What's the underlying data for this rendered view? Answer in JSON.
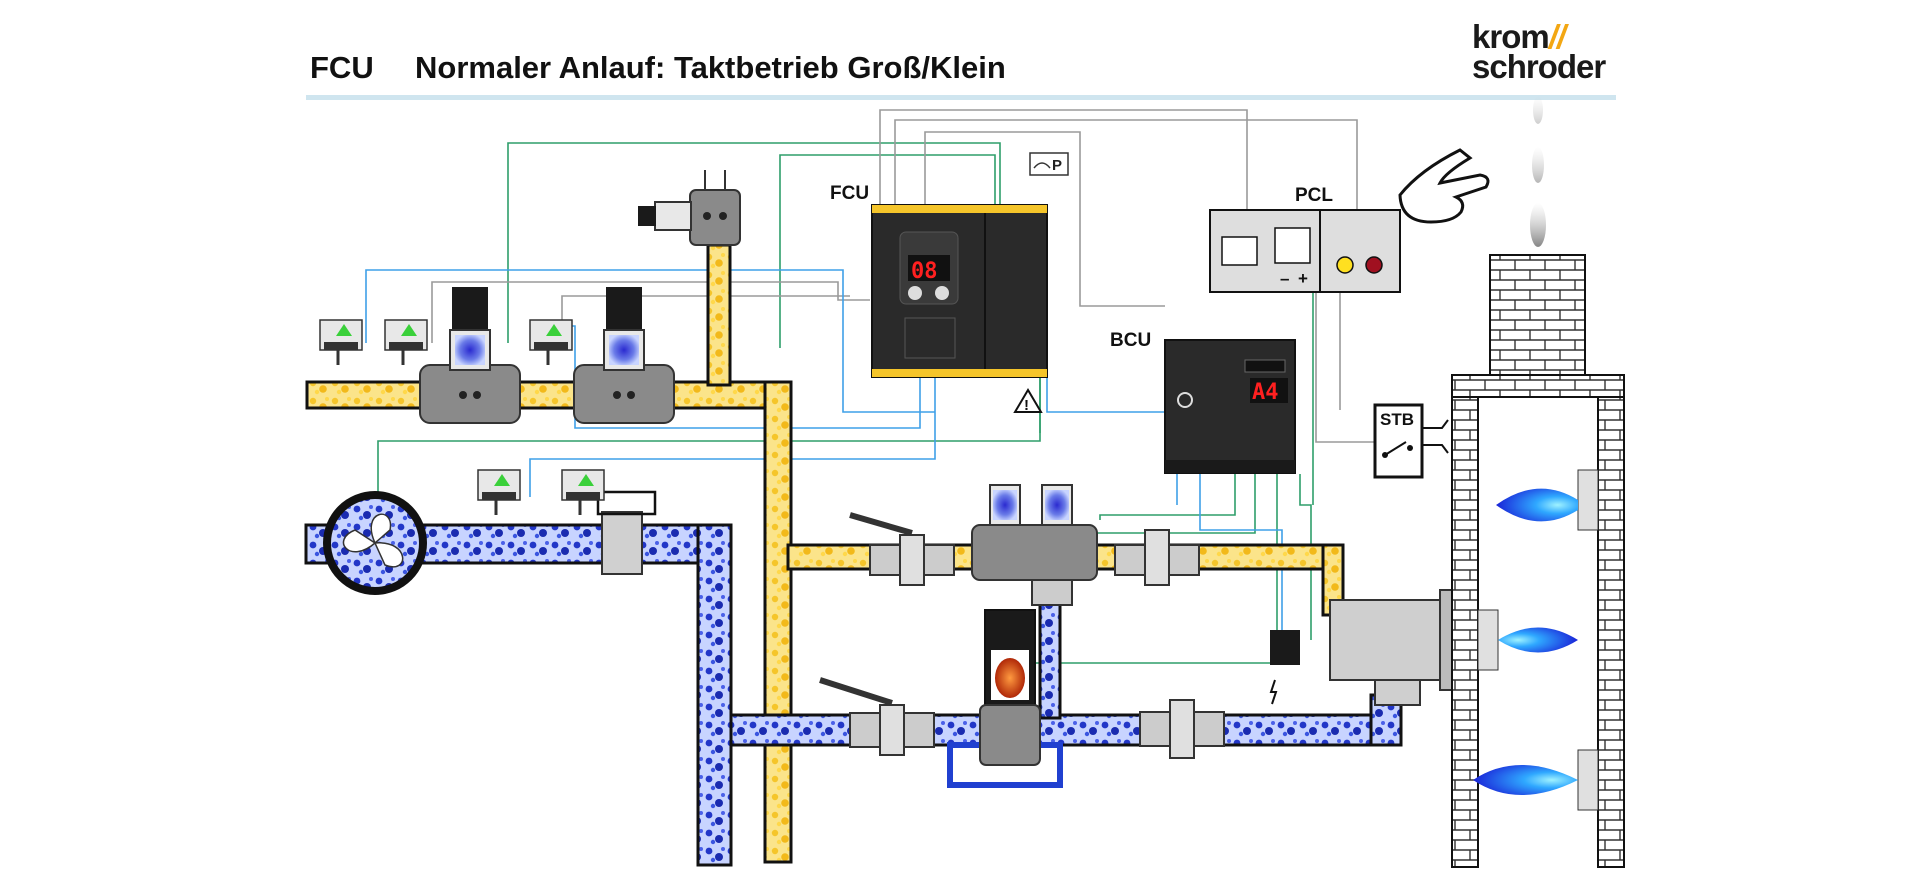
{
  "title": {
    "prefix": "FCU",
    "main": "Normaler Anlauf: Taktbetrieb Groß/Klein"
  },
  "logo": {
    "line1": "krom",
    "line2": "schroder"
  },
  "labels": {
    "fcu": "FCU",
    "pcl": "PCL",
    "bcu": "BCU",
    "stb": "STB",
    "pressure_switch": "P"
  },
  "displays": {
    "fcu_display": "08",
    "bcu_display": "A4"
  },
  "pcl_panel": {
    "minus": "–",
    "plus": "+"
  },
  "colors": {
    "gas": "#f5c52a",
    "air": "#2040d0",
    "signal_green": "#2e9e6a",
    "signal_blue": "#3fa0e8",
    "signal_gray": "#9a9a9a",
    "accent": "#f3a713"
  },
  "icons": [
    "hand-pointer-icon",
    "warning-icon",
    "fan-icon",
    "flame-icon",
    "lightning-icon",
    "thermometer-icon",
    "switch-icon"
  ]
}
